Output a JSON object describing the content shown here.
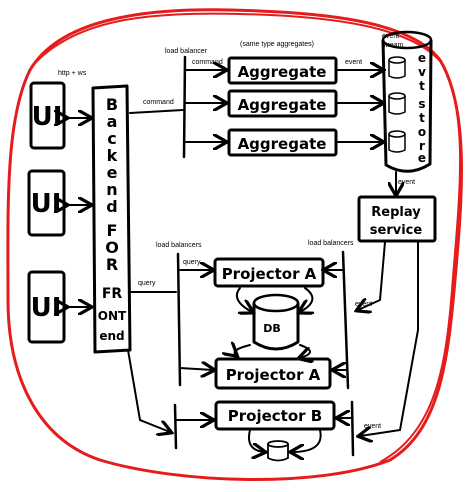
{
  "outline_color": "#e51c1c",
  "ink_color": "#000000",
  "labels": {
    "ui": "UI",
    "http_ws": "http + ws",
    "backend": [
      "B",
      "a",
      "c",
      "k",
      "e",
      "n",
      "d",
      "F",
      "O",
      "R",
      "FR",
      "ONT",
      "end"
    ],
    "command_left": "command",
    "load_balancer": "load balancer",
    "command_top": "command",
    "same_type": "(same type aggregates)",
    "aggregate": "Aggregate",
    "event_top": "event",
    "event_stream_1": "event",
    "event_stream_2": "stream",
    "evt_store": [
      "e",
      "v",
      "t",
      "s",
      "t",
      "o",
      "r",
      "e"
    ],
    "event_mid": "event",
    "replay_1": "Replay",
    "replay_2": "service",
    "load_balancers_left": "load balancers",
    "load_balancers_right": "load balancers",
    "query_left": "query",
    "query_top": "query",
    "projector_a": "Projector A",
    "projector_b": "Projector B",
    "db": "DB",
    "event_right": "event",
    "event_bottom": "event"
  }
}
